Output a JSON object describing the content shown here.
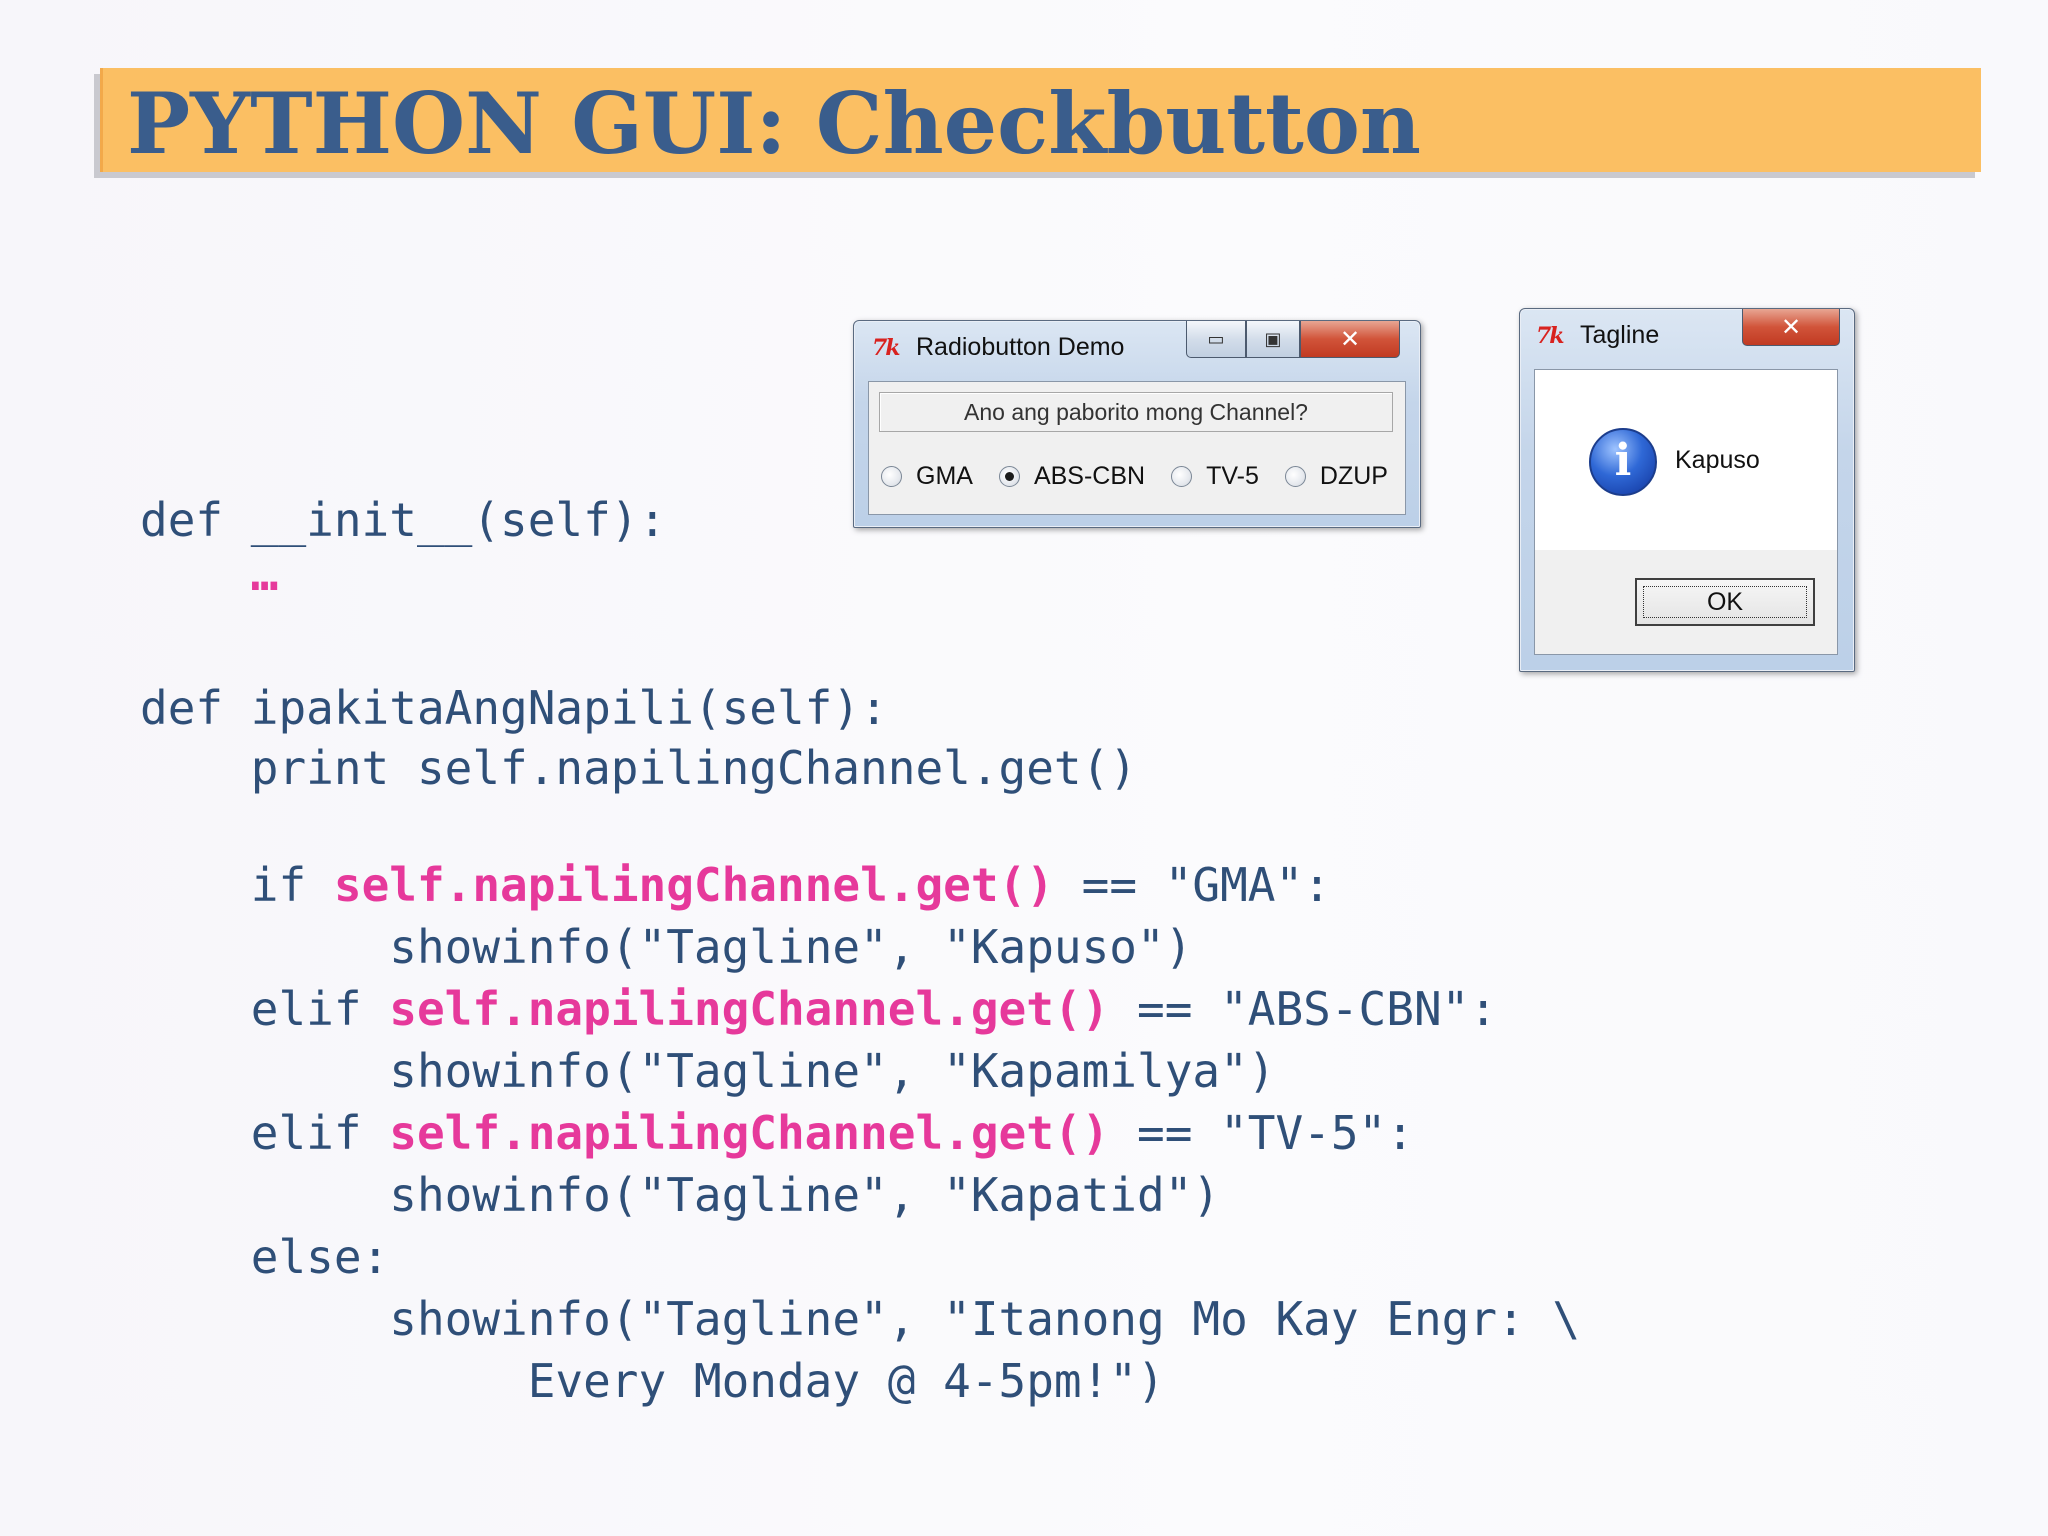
{
  "slide": {
    "title": "PYTHON GUI: Checkbutton"
  },
  "code": {
    "lines": [
      {
        "indent": 0,
        "pre": "def __init__(self):",
        "hl": "",
        "post": ""
      },
      {
        "indent": 0,
        "pre": "    ",
        "hl": "…",
        "post": ""
      },
      {
        "indent": 0,
        "pre": "",
        "hl": "",
        "post": ""
      },
      {
        "indent": 0,
        "pre": "def ipakitaAngNapili(self):",
        "hl": "",
        "post": ""
      },
      {
        "indent": 0,
        "pre": "    print self.napilingChannel.get()",
        "hl": "",
        "post": ""
      },
      {
        "indent": 0,
        "pre": "",
        "hl": "",
        "post": ""
      },
      {
        "indent": 0,
        "pre": "    if ",
        "hl": "self.napilingChannel.get()",
        "post": " == \"GMA\":"
      },
      {
        "indent": 0,
        "pre": "         showinfo(\"Tagline\", \"Kapuso\")",
        "hl": "",
        "post": ""
      },
      {
        "indent": 0,
        "pre": "    elif ",
        "hl": "self.napilingChannel.get()",
        "post": " == \"ABS-CBN\":"
      },
      {
        "indent": 0,
        "pre": "         showinfo(\"Tagline\", \"Kapamilya\")",
        "hl": "",
        "post": ""
      },
      {
        "indent": 0,
        "pre": "    elif ",
        "hl": "self.napilingChannel.get()",
        "post": " == \"TV-5\":"
      },
      {
        "indent": 0,
        "pre": "         showinfo(\"Tagline\", \"Kapatid\")",
        "hl": "",
        "post": ""
      },
      {
        "indent": 0,
        "pre": "    else:",
        "hl": "",
        "post": ""
      },
      {
        "indent": 0,
        "pre": "         showinfo(\"Tagline\", \"Itanong Mo Kay Engr: \\",
        "hl": "",
        "post": ""
      },
      {
        "indent": 0,
        "pre": "              Every Monday @ 4-5pm!\")",
        "hl": "",
        "post": ""
      }
    ]
  },
  "radio_window": {
    "icon": "tk-logo",
    "logo_text": "7k",
    "title": "Radiobutton Demo",
    "minimize_glyph": "▭",
    "maximize_glyph": "▣",
    "close_glyph": "✕",
    "question": "Ano ang paborito mong Channel?",
    "options": [
      "GMA",
      "ABS-CBN",
      "TV-5",
      "DZUP"
    ],
    "selected": "ABS-CBN"
  },
  "dialog_window": {
    "icon": "tk-logo",
    "logo_text": "7k",
    "title": "Tagline",
    "close_glyph": "✕",
    "info_glyph": "i",
    "message": "Kapuso",
    "ok_label": "OK"
  },
  "colors": {
    "title_bar": "#fbbf63",
    "title_text": "#3a5d8c",
    "code_text": "#2f4f78",
    "code_highlight": "#e6399b"
  }
}
